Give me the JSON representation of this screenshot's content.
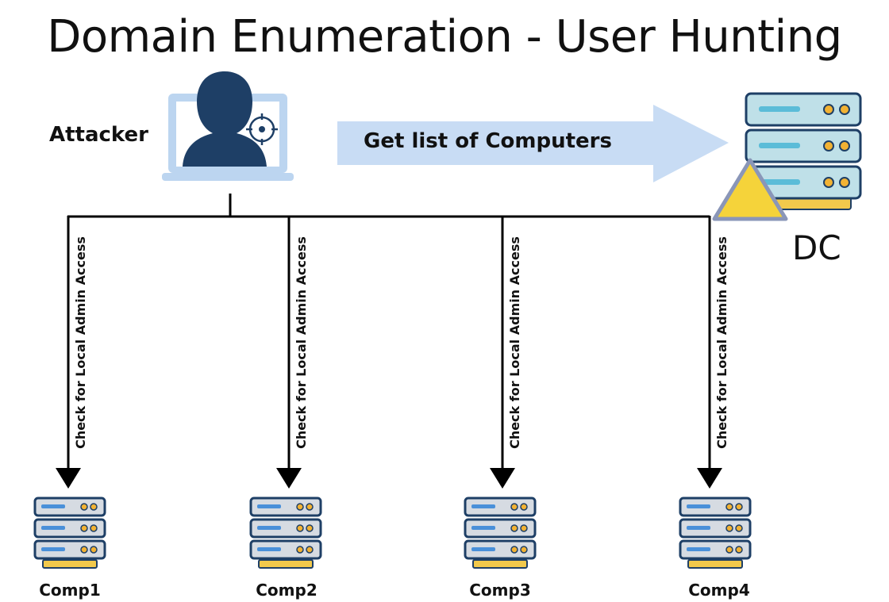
{
  "slide": {
    "title": "Domain Enumeration - User Hunting",
    "attacker_label": "Attacker",
    "arrow_label": "Get list of Computers",
    "dc_label": "DC",
    "branch_label": "Check for Local Admin Access",
    "computers": [
      {
        "label": "Comp1"
      },
      {
        "label": "Comp2"
      },
      {
        "label": "Comp3"
      },
      {
        "label": "Comp4"
      }
    ]
  },
  "colors": {
    "arrow_fill": "#c8dcf4",
    "person": "#1e3f66",
    "monitor": "#bcd5f0",
    "server_teal": "#bfe0e8",
    "server_gray": "#d6dbe2",
    "server_light": "#5bbcd8",
    "server_light_blue": "#4a90d9",
    "leds": "#f2b233",
    "warning": "#f5d33a",
    "lines": "#000000"
  },
  "icons": [
    "attacker-laptop-icon",
    "target-icon",
    "dc-server-icon",
    "warning-icon",
    "server-icon"
  ]
}
